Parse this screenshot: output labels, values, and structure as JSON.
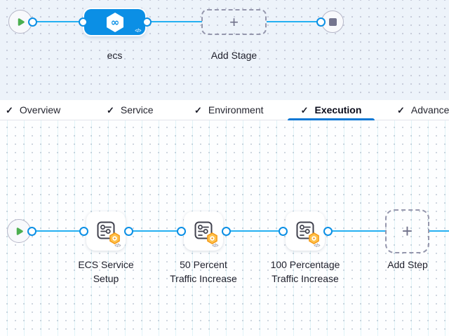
{
  "icons": {
    "check": "✓",
    "plus": "+",
    "code": "</>",
    "harness_logo": "∞"
  },
  "stage_canvas": {
    "stage_name": "ecs",
    "add_stage_label": "Add Stage"
  },
  "tabs": [
    {
      "label": "Overview",
      "checked": true,
      "active": false
    },
    {
      "label": "Service",
      "checked": true,
      "active": false
    },
    {
      "label": "Environment",
      "checked": true,
      "active": false
    },
    {
      "label": "Execution",
      "checked": true,
      "active": true
    },
    {
      "label": "Advanced",
      "checked": true,
      "active": false
    }
  ],
  "execution_canvas": {
    "steps": [
      {
        "label_lines": [
          "ECS Service",
          "Setup"
        ]
      },
      {
        "label_lines": [
          "50 Percent",
          "Traffic Increase"
        ]
      },
      {
        "label_lines": [
          "100 Percentage",
          "Traffic Increase"
        ]
      }
    ],
    "add_step_label": "Add Step"
  },
  "colors": {
    "canvas_top_bg": "#edf3fa",
    "canvas_bottom_bg": "#fdfeff",
    "node_blue": "#0b8fe5",
    "link_blue": "#24b0f1",
    "active_tab_blue": "#0a77d4",
    "play_green": "#4caf50",
    "badge_orange": "#f59a17",
    "dashed_gray": "#9597ad",
    "stop_gray": "#73748e"
  }
}
